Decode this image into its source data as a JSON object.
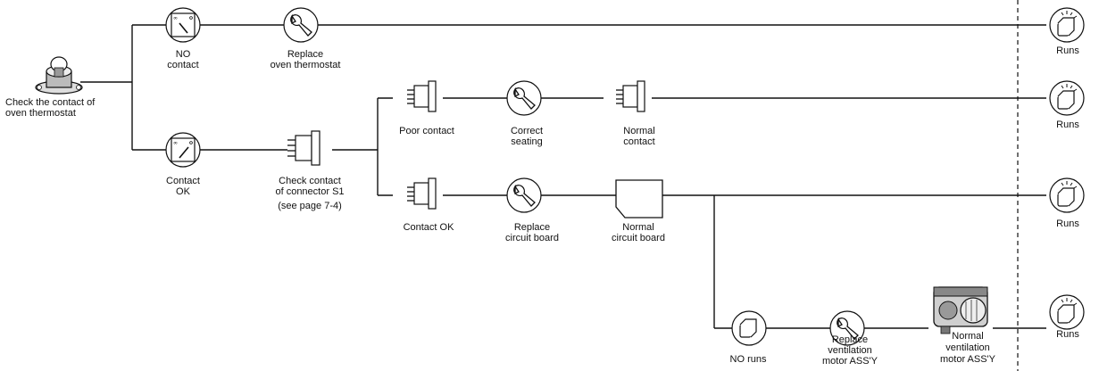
{
  "start": {
    "line1": "Check the contact of",
    "line2": "oven thermostat"
  },
  "branch_top": {
    "no_contact": {
      "line1": "NO",
      "line2": "contact"
    },
    "replace_thermostat": {
      "line1": "Replace",
      "line2": "oven thermostat"
    }
  },
  "branch_bottom": {
    "contact_ok": {
      "line1": "Contact",
      "line2": "OK"
    },
    "check_connector": {
      "line1": "Check contact",
      "line2": "of connector S1",
      "line3": "(see page 7-4)"
    }
  },
  "poor_path": {
    "poor_contact": "Poor contact",
    "correct_seating": {
      "line1": "Correct",
      "line2": "seating"
    },
    "normal_contact": {
      "line1": "Normal",
      "line2": "contact"
    }
  },
  "ok_path": {
    "contact_ok": "Contact OK",
    "replace_board": {
      "line1": "Replace",
      "line2": "circuit board"
    },
    "normal_board": {
      "line1": "Normal",
      "line2": "circuit board"
    }
  },
  "motor_path": {
    "no_runs": "NO runs",
    "replace_motor": {
      "line1": "Replace",
      "line2": "ventilation",
      "line3": "motor ASS'Y"
    },
    "normal_motor": {
      "line1": "Normal",
      "line2": "ventilation",
      "line3": "motor ASS'Y"
    }
  },
  "results": [
    "Runs",
    "Runs",
    "Runs",
    "Runs"
  ]
}
